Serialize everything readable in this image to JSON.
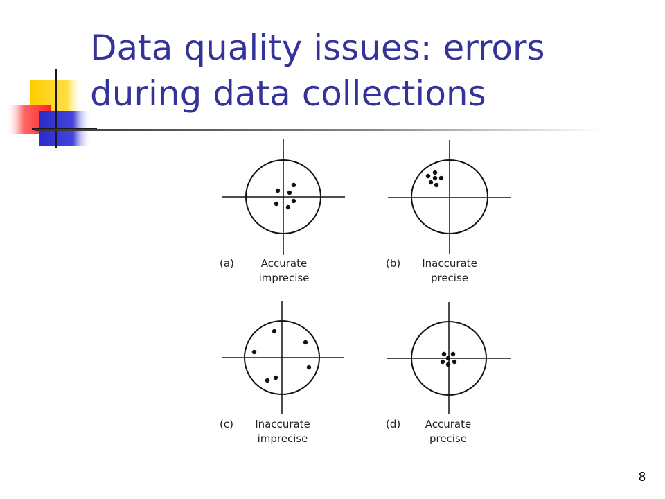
{
  "slide": {
    "title_line1": "Data quality issues: errors",
    "title_line2": "during data collections",
    "page_number": "8"
  },
  "panels": [
    {
      "id": "a",
      "letter": "(a)",
      "line1": "Accurate",
      "line2": "imprecise"
    },
    {
      "id": "b",
      "letter": "(b)",
      "line1": "Inaccurate",
      "line2": "precise"
    },
    {
      "id": "c",
      "letter": "(c)",
      "line1": "Inaccurate",
      "line2": "imprecise"
    },
    {
      "id": "d",
      "letter": "(d)",
      "line1": "Accurate",
      "line2": "precise"
    }
  ],
  "colors": {
    "title": "#333399",
    "deco_yellow": "#ffcc00",
    "deco_red": "#ff3333",
    "deco_blue": "#3333cc"
  }
}
